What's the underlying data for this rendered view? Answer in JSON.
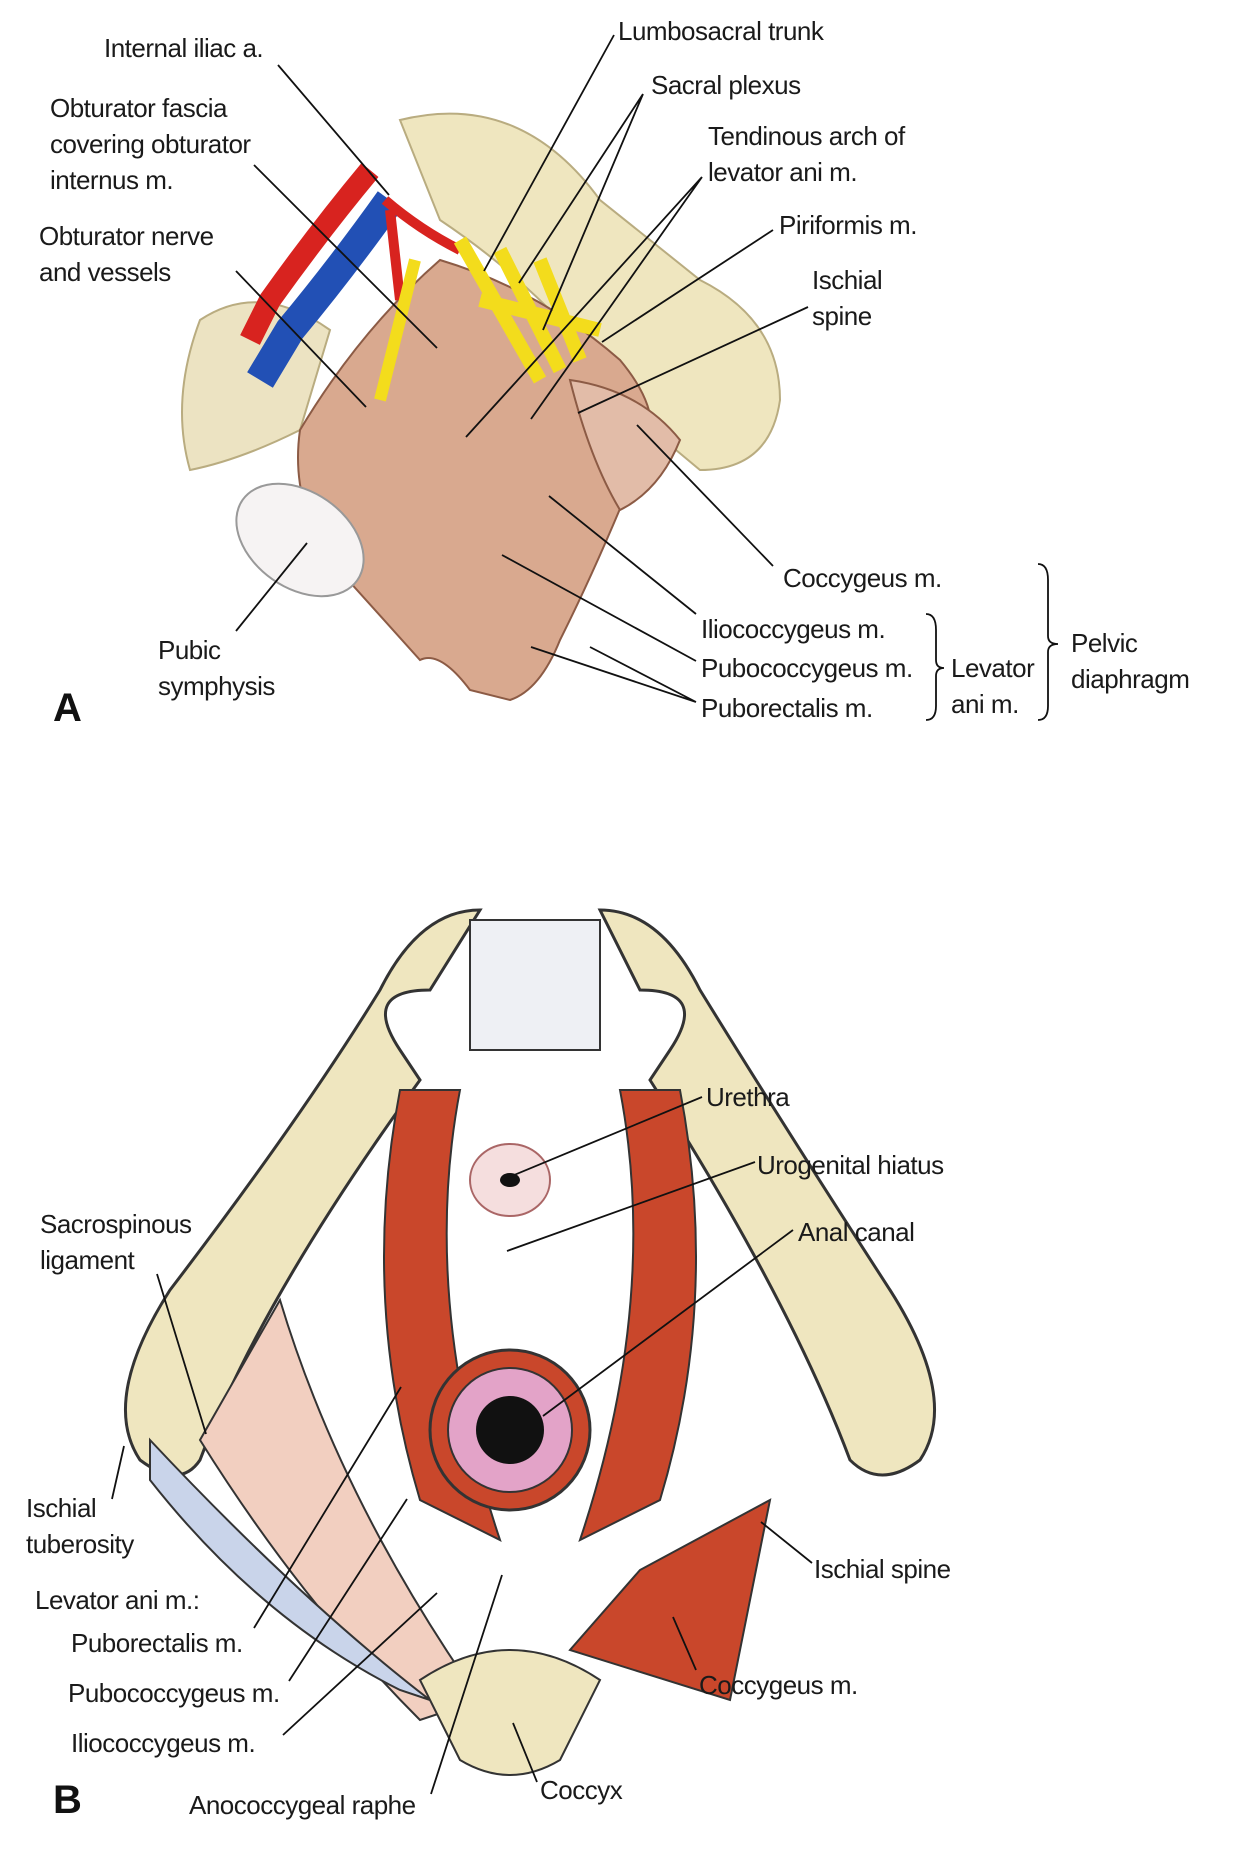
{
  "panel_a": {
    "letter": "A",
    "labels": {
      "internal_iliac": "Internal iliac a.",
      "lumbosacral_trunk": "Lumbosacral trunk",
      "obturator_fascia_1": "Obturator fascia",
      "obturator_fascia_2": "covering obturator",
      "obturator_fascia_3": "internus m.",
      "sacral_plexus": "Sacral plexus",
      "tendinous_arch_1": "Tendinous arch of",
      "tendinous_arch_2": "levator ani m.",
      "obturator_nerve_1": "Obturator nerve",
      "obturator_nerve_2": "and vessels",
      "piriformis": "Piriformis m.",
      "ischial_spine_1": "Ischial",
      "ischial_spine_2": "spine",
      "coccygeus": "Coccygeus m.",
      "iliococcygeus": "Iliococcygeus m.",
      "pubococcygeus": "Pubococcygeus m.",
      "puborectalis": "Puborectalis m.",
      "levator_ani_1": "Levator",
      "levator_ani_2": "ani m.",
      "pelvic_diaphragm_1": "Pelvic",
      "pelvic_diaphragm_2": "diaphragm",
      "pubic_symphysis_1": "Pubic",
      "pubic_symphysis_2": "symphysis"
    }
  },
  "panel_b": {
    "letter": "B",
    "labels": {
      "urethra": "Urethra",
      "urogenital_hiatus": "Urogenital hiatus",
      "anal_canal": "Anal canal",
      "sacrospinous_1": "Sacrospinous",
      "sacrospinous_2": "ligament",
      "ischial_tuberosity_1": "Ischial",
      "ischial_tuberosity_2": "tuberosity",
      "levator_ani": "Levator ani m.:",
      "puborectalis": "Puborectalis m.",
      "pubococcygeus": "Pubococcygeus m.",
      "iliococcygeus": "Iliococcygeus m.",
      "ischial_spine": "Ischial spine",
      "coccygeus": "Coccygeus m.",
      "coccyx": "Coccyx",
      "anococcygeal_raphe": "Anococcygeal raphe"
    }
  },
  "colors": {
    "bone": "#efe6bf",
    "muscle": "#d9a98f",
    "red_muscle": "#c9472b",
    "artery": "#d8231f",
    "vein": "#2250b5",
    "nerve": "#f3dc1c"
  }
}
